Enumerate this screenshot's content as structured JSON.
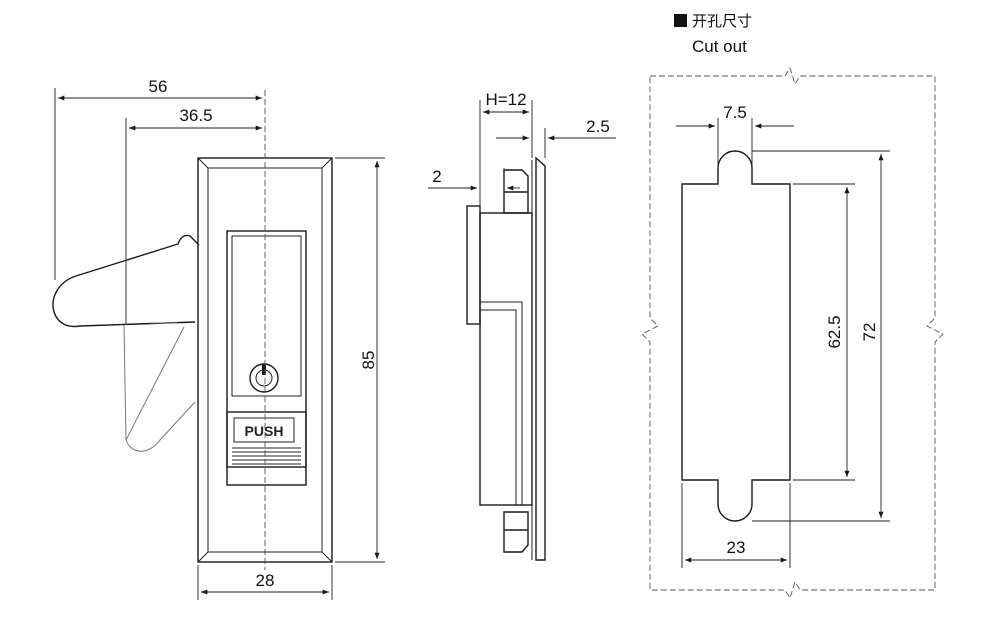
{
  "title": {
    "square_glyph": "■",
    "chinese": "开孔尺寸",
    "english": "Cut out"
  },
  "front_view": {
    "dim_overall_width": "56",
    "dim_offset_width": "36.5",
    "dim_height": "85",
    "dim_base_width": "28",
    "button_label": "PUSH"
  },
  "side_view": {
    "dim_h": "H=12",
    "dim_flange": "2.5",
    "dim_step": "2"
  },
  "cutout_view": {
    "dim_notch": "7.5",
    "dim_inner_height": "62.5",
    "dim_outer_height": "72",
    "dim_width": "23"
  },
  "colors": {
    "line": "#1a1a1a",
    "background": "#ffffff",
    "gray": "#777777"
  }
}
